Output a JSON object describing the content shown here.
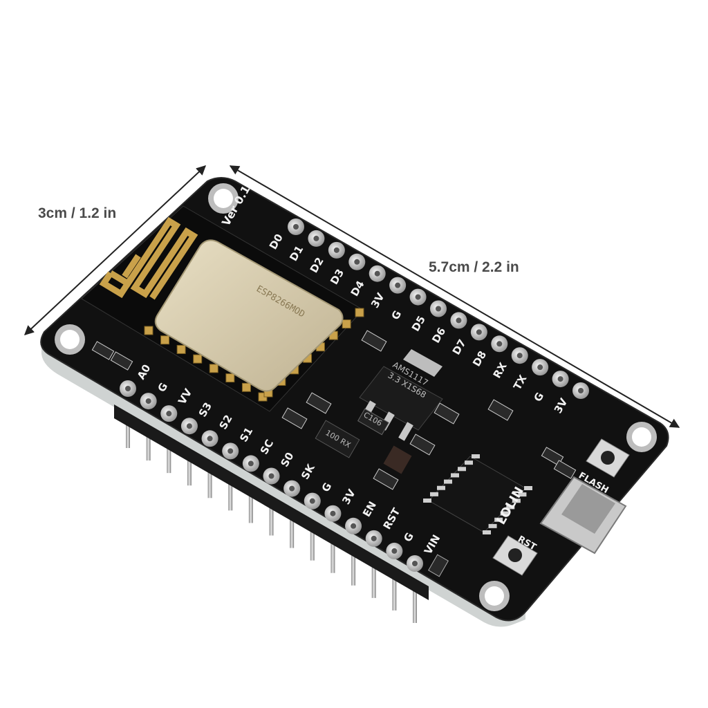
{
  "dimensions": {
    "width": "3cm / 1.2 in",
    "length": "5.7cm / 2.2 in"
  },
  "board": {
    "version": "Ver 0.1",
    "brand": "LOLIN",
    "buttons": {
      "flash": "FLASH",
      "reset": "RST"
    }
  },
  "pins": {
    "top_row": [
      "D0",
      "D1",
      "D2",
      "D3",
      "D4",
      "3V",
      "G",
      "D5",
      "D6",
      "D7",
      "D8",
      "RX",
      "TX",
      "G",
      "3V"
    ],
    "bottom_row": [
      "A0",
      "G",
      "VV",
      "S3",
      "S2",
      "S1",
      "SC",
      "S0",
      "SK",
      "G",
      "3V",
      "EN",
      "RST",
      "G",
      "VIN"
    ]
  },
  "components": {
    "module_label": "ESP8266MOD",
    "regulator": [
      "AMS1117",
      "3.3 X1S68"
    ],
    "capacitor": "C106",
    "resistor_block": "100 RX"
  },
  "colors": {
    "pcb": "#111111",
    "silkscreen": "#f2f2f2",
    "gold": "#c9a14a",
    "shield": "#d8cdb0",
    "label_text": "#4a4a4a"
  }
}
